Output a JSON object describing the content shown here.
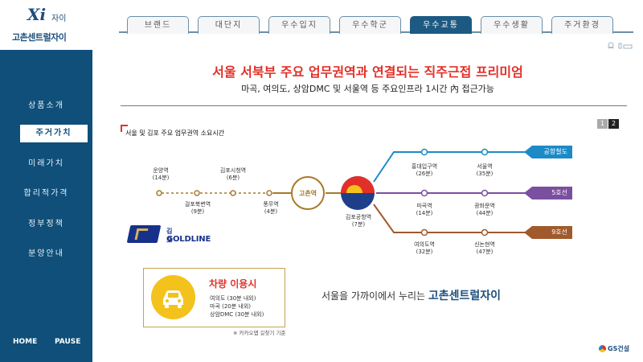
{
  "brand": {
    "logo_mark": "Xi",
    "logo_word": "자이",
    "apt_name": "고촌센트럴자이"
  },
  "tabs": [
    {
      "label": "브랜드",
      "active": false
    },
    {
      "label": "대단지",
      "active": false
    },
    {
      "label": "우수입지",
      "active": false
    },
    {
      "label": "우수학군",
      "active": false
    },
    {
      "label": "우수교통",
      "active": true
    },
    {
      "label": "우수생활",
      "active": false
    },
    {
      "label": "주거환경",
      "active": false
    }
  ],
  "sidebar": {
    "items": [
      {
        "label": "상품소개",
        "active": false
      },
      {
        "label": "주거가치",
        "active": true
      },
      {
        "label": "미래가치",
        "active": false
      },
      {
        "label": "합리적가격",
        "active": false
      },
      {
        "label": "정부정책",
        "active": false
      },
      {
        "label": "분양안내",
        "active": false
      }
    ],
    "home_label": "HOME",
    "pause_label": "PAUSE"
  },
  "header": {
    "title": "서울 서북부 주요 업무권역과 연결되는 직주근접 프리미엄",
    "subtitle": "마곡, 여의도, 상암DMC 및 서울역 등 주요인프라 1시간 內 접근가능"
  },
  "pager": {
    "pages": [
      "1",
      "2"
    ],
    "current": "2"
  },
  "section_title": "서울 및 김포 주요 업무권역 소요시간",
  "colors": {
    "accent_red": "#e23028",
    "navy": "#0f4f7a",
    "gold_line": "#a8792a",
    "airport_line": "#1d8ac8",
    "line5": "#7b4fa0",
    "line9": "#a05a2c",
    "gold_box": "#c6a24a",
    "car_yellow": "#f3c21c"
  },
  "route_map": {
    "center_label": "고촌역",
    "gimpo_stations": [
      {
        "name": "운양역",
        "time": "(14분)"
      },
      {
        "name": "걸포북변역",
        "time": "(9분)"
      },
      {
        "name": "김포시청역",
        "time": "(6분)"
      },
      {
        "name": "풍무역",
        "time": "(4분)"
      }
    ],
    "hub": {
      "name": "김포공항역",
      "time": "(7분)"
    },
    "lines": [
      {
        "name": "공항철도",
        "stations": [
          {
            "name": "홍대입구역",
            "time": "(26분)"
          },
          {
            "name": "서울역",
            "time": "(35분)"
          }
        ]
      },
      {
        "name": "5호선",
        "stations": [
          {
            "name": "마곡역",
            "time": "(14분)"
          },
          {
            "name": "광화문역",
            "time": "(44분)"
          }
        ]
      },
      {
        "name": "9호선",
        "stations": [
          {
            "name": "여의도역",
            "time": "(32분)"
          },
          {
            "name": "신논현역",
            "time": "(47분)"
          }
        ]
      }
    ]
  },
  "goldline": {
    "top": "김포",
    "bottom": "GOLDLINE"
  },
  "car": {
    "title": "차량 이용시",
    "icon": "car-icon",
    "items": [
      "여의도 (30분 내외)",
      "마곡 (20분 내외)",
      "상암DMC (30분 내외)"
    ],
    "note": "※ 카카오맵 길찾기 기준"
  },
  "slogan": {
    "prefix": "서울을 가까이에서 누리는",
    "name": "고촌센트럴자이"
  },
  "footer_brand": "GS건설"
}
